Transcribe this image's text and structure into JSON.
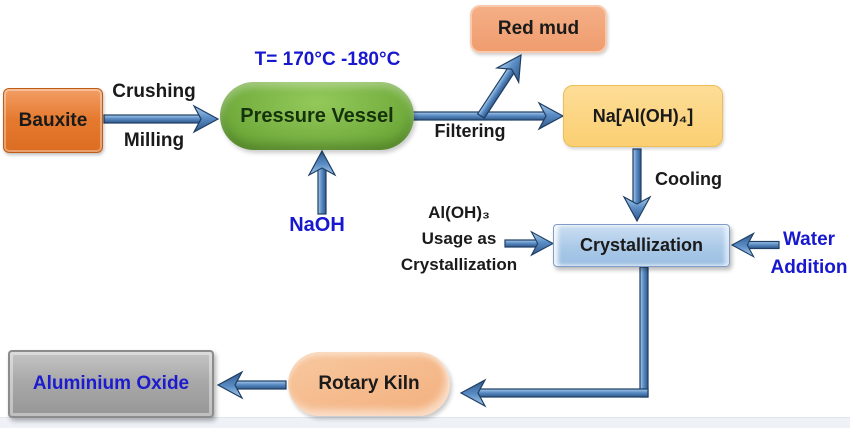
{
  "diagram": {
    "nodes": {
      "bauxite": {
        "label": "Bauxite"
      },
      "pressure_vessel": {
        "label": "Pressure Vessel"
      },
      "red_mud": {
        "label": "Red mud"
      },
      "sodium_aluminate": {
        "label": "Na[Al(OH)₄]"
      },
      "crystallization": {
        "label": "Crystallization"
      },
      "rotary_kiln": {
        "label": "Rotary Kiln"
      },
      "aluminium_oxide": {
        "label": "Aluminium Oxide"
      }
    },
    "labels": {
      "temperature": "T= 170°C -180°C",
      "crushing": "Crushing",
      "milling": "Milling",
      "naoh": "NaOH",
      "filtering": "Filtering",
      "cooling": "Cooling",
      "usage_line1": "Al(OH)₃",
      "usage_line2": "Usage as",
      "usage_line3": "Crystallization",
      "water_line1": "Water",
      "water_line2": "Addition"
    },
    "colors": {
      "arrow_blue": "#4F81BD",
      "arrow_outline": "#1E3E63",
      "text_blue": "#1818CF",
      "bauxite_orange": "#E57A2F",
      "vessel_green": "#78B243",
      "red_mud_salmon": "#F1A377",
      "aluminate_yellow": "#FBD584",
      "crystallization_blue": "#AECBE9",
      "rotary_kiln_peach": "#F5BA8C",
      "oxide_gray": "#A6A6A6"
    }
  }
}
